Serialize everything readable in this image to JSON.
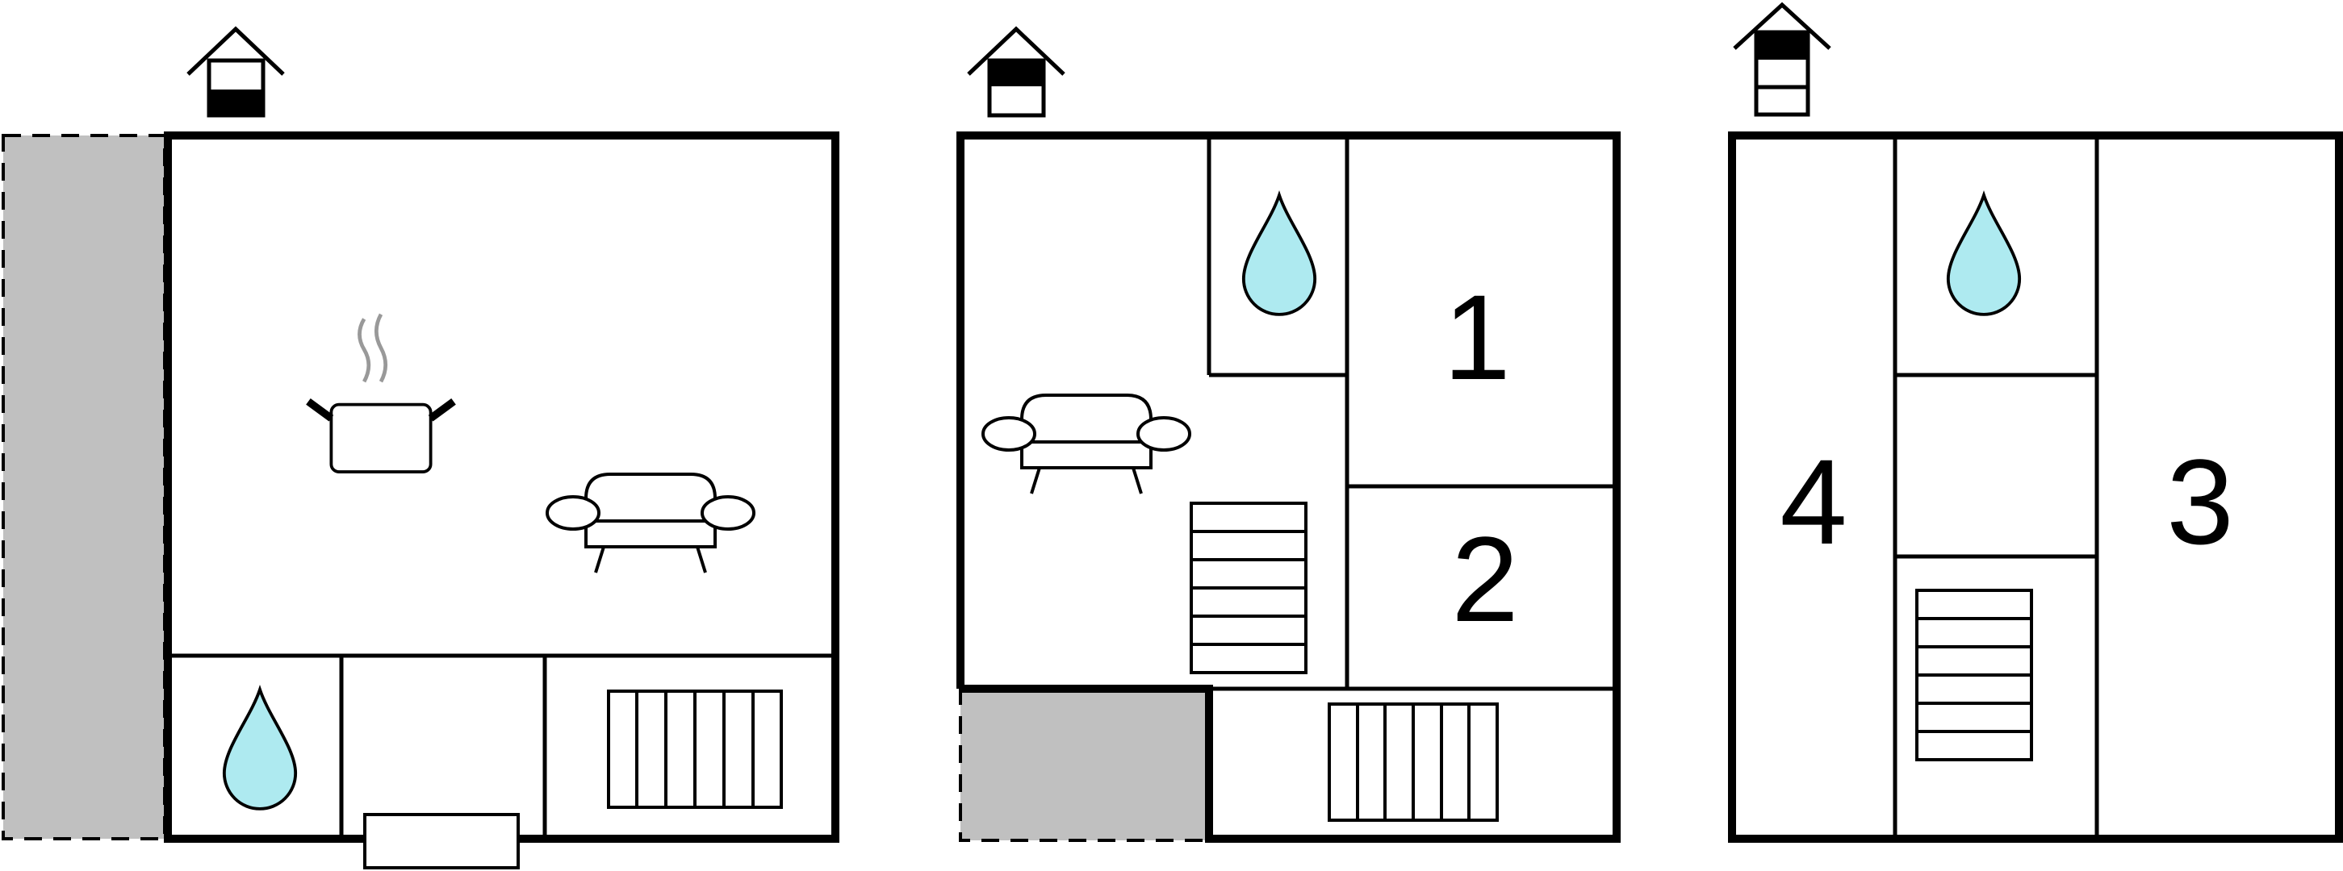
{
  "floors": [
    {
      "id": "ground",
      "rooms": []
    },
    {
      "id": "first",
      "rooms": [
        "1",
        "2"
      ]
    },
    {
      "id": "second",
      "rooms": [
        "4",
        "3"
      ]
    }
  ],
  "icons": {
    "floor_indicator": "floor-level-house-icon",
    "water": "water-drop-icon",
    "cooking": "cooking-pot-icon",
    "sofa": "sofa-icon",
    "stairs": "staircase-icon",
    "balcony": "radiator-railing-icon"
  },
  "colors": {
    "water": "#aeeaf0",
    "outdoor": "#c0c0c0",
    "line": "#000000"
  }
}
